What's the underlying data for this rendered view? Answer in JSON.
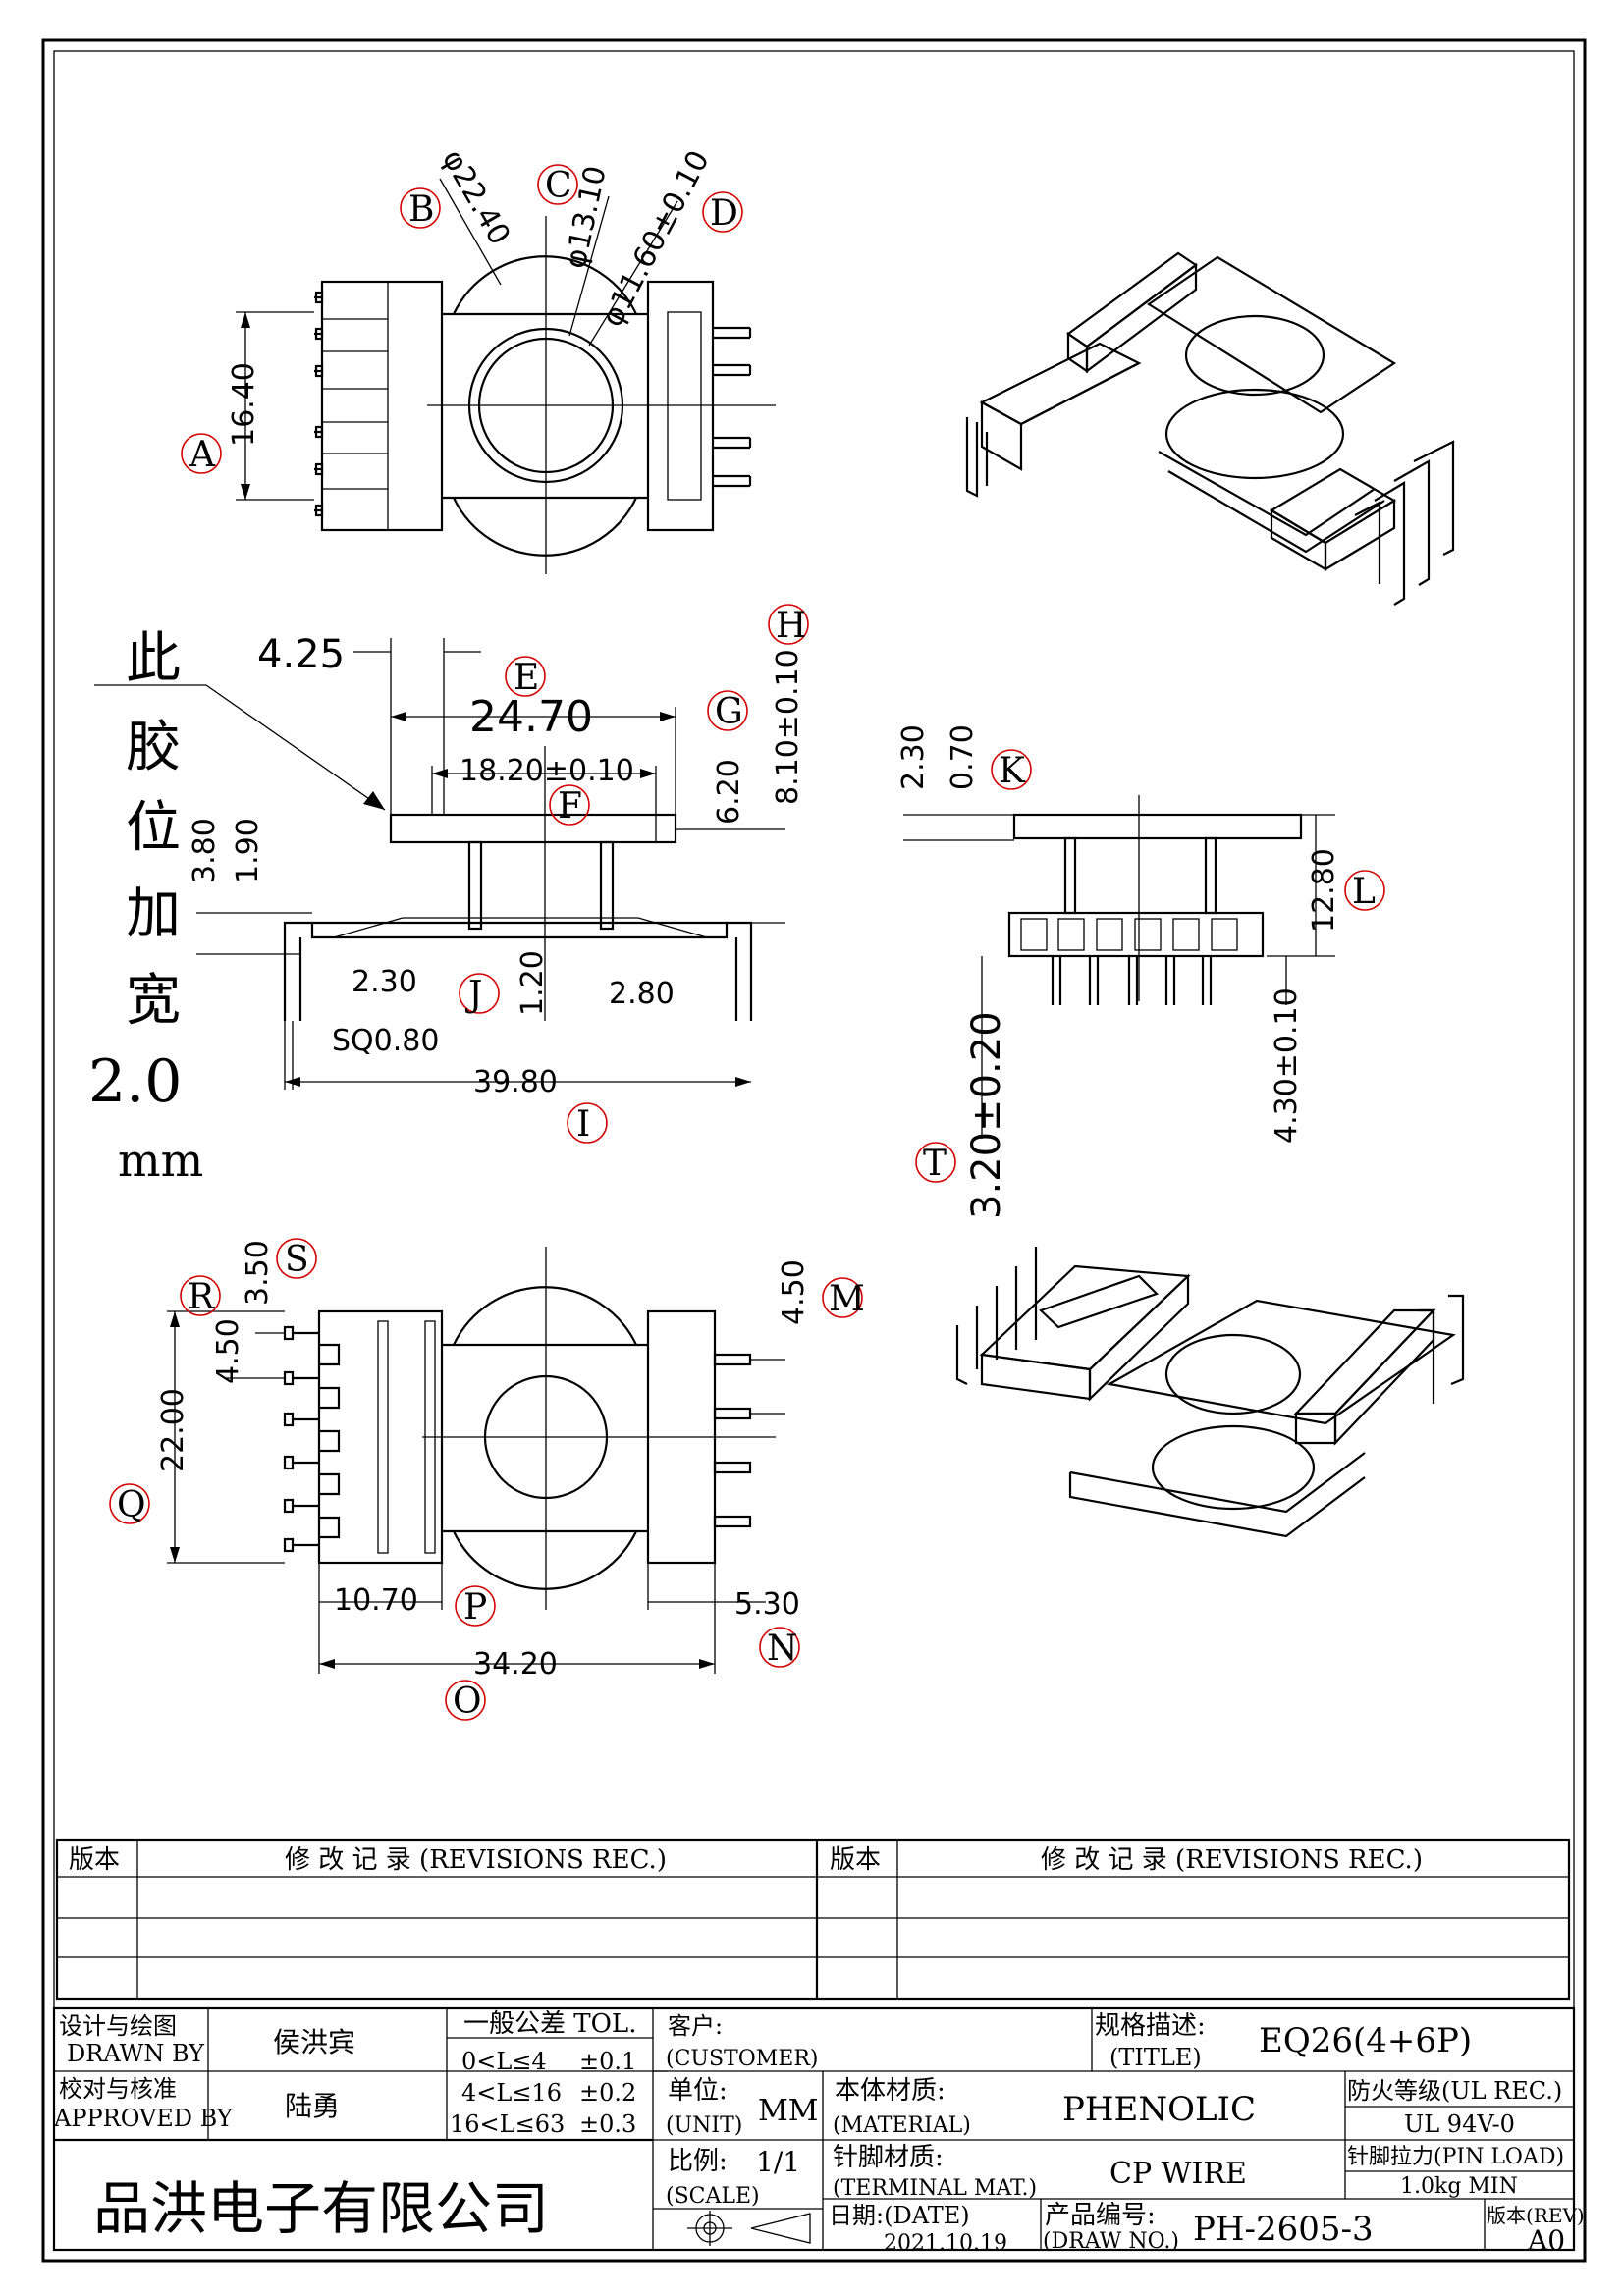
{
  "top_view": {
    "callouts": [
      "A",
      "B",
      "C",
      "D"
    ],
    "dims": {
      "A": "16.40",
      "B": "φ22.40",
      "C": "φ13.10",
      "D": "φ11.60±0.10"
    }
  },
  "side_view": {
    "callouts": [
      "E",
      "F",
      "G",
      "H",
      "I",
      "J"
    ],
    "dims": {
      "offset": "4.25",
      "E": "24.70",
      "F": "18.20±0.10",
      "G": "6.20",
      "H": "8.10±0.10",
      "h1": "3.80",
      "h2": "1.90",
      "pin_w": "2.30",
      "J": "1.20",
      "pin_r": "2.80",
      "sq": "SQ0.80",
      "I": "39.80"
    },
    "note_chars": [
      "此",
      "胶",
      "位",
      "加",
      "宽"
    ],
    "note_value": "2.0",
    "note_unit": "mm"
  },
  "end_view": {
    "callouts": [
      "K",
      "L",
      "T"
    ],
    "dims": {
      "a": "2.30",
      "K": "0.70",
      "L": "12.80",
      "b": "4.30±0.10",
      "T": "3.20±0.20"
    }
  },
  "bottom_view": {
    "callouts": [
      "M",
      "N",
      "O",
      "P",
      "Q",
      "R",
      "S"
    ],
    "dims": {
      "S": "3.50",
      "R": "4.50",
      "Q": "22.00",
      "M": "4.50",
      "P": "10.70",
      "N": "5.30",
      "O": "34.20"
    }
  },
  "revisions": {
    "ver_label": "版本",
    "rec_label": "修 改 记 录  (REVISIONS REC.)"
  },
  "title_block": {
    "drawn_label_cn": "设计与绘图",
    "drawn_label_en": "DRAWN BY",
    "drawn_by": "侯洪宾",
    "approved_label_cn": "校对与核准",
    "approved_label_en": "APPROVED BY",
    "approved_by": "陆勇",
    "tol_title": "一般公差 TOL.",
    "tol_rows": [
      {
        "range": "0<L≤4",
        "tol": "±0.1"
      },
      {
        "range": "4<L≤16",
        "tol": "±0.2"
      },
      {
        "range": "16<L≤63",
        "tol": "±0.3"
      }
    ],
    "customer_label": "客户:",
    "customer_en": "(CUSTOMER)",
    "title_label": "规格描述:",
    "title_en": "(TITLE)",
    "title_value": "EQ26(4+6P)",
    "unit_label": "单位:",
    "unit_en": "(UNIT)",
    "unit_value": "MM",
    "material_label": "本体材质:",
    "material_en": "(MATERIAL)",
    "material_value": "PHENOLIC",
    "fire_label": "防火等级(UL REC.)",
    "fire_value": "UL 94V-0",
    "scale_label": "比例:",
    "scale_en": "(SCALE)",
    "scale_value": "1/1",
    "terminal_label": "针脚材质:",
    "terminal_en": "(TERMINAL MAT.)",
    "terminal_value": "CP WIRE",
    "pin_load_label": "针脚拉力(PIN LOAD)",
    "pin_load_value": "1.0kg MIN",
    "company": "品洪电子有限公司",
    "date_label": "日期:(DATE)",
    "date_value": "2021.10.19",
    "drawno_label": "产品编号:",
    "drawno_en": "(DRAW NO.)",
    "drawno_value": "PH-2605-3",
    "rev_label": "版本(REV)",
    "rev_value": "A0"
  }
}
